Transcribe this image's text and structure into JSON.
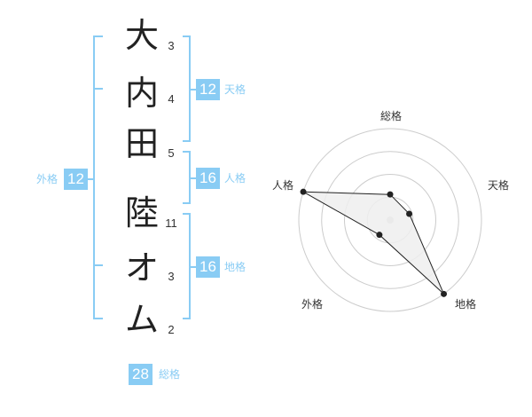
{
  "name": {
    "characters": [
      "大",
      "内",
      "田",
      "陸",
      "オ",
      "ム"
    ],
    "strokes": [
      "3",
      "4",
      "5",
      "11",
      "3",
      "2"
    ]
  },
  "fortune": {
    "tenkaku": {
      "value": "12",
      "label": "天格"
    },
    "jinkaku": {
      "value": "16",
      "label": "人格"
    },
    "chikaku": {
      "value": "16",
      "label": "地格"
    },
    "gaikaku": {
      "value": "12",
      "label": "外格"
    },
    "soukaku": {
      "value": "28",
      "label": "総格"
    }
  },
  "radar": {
    "axes": [
      "総格",
      "天格",
      "地格",
      "外格",
      "人格"
    ],
    "levels": 4,
    "values": [
      0.28,
      0.22,
      1.0,
      0.2,
      1.0
    ],
    "colors": {
      "grid": "#cccccc",
      "fill": "#eeeeee",
      "line": "#222222",
      "center": "#cfcfcf"
    }
  }
}
